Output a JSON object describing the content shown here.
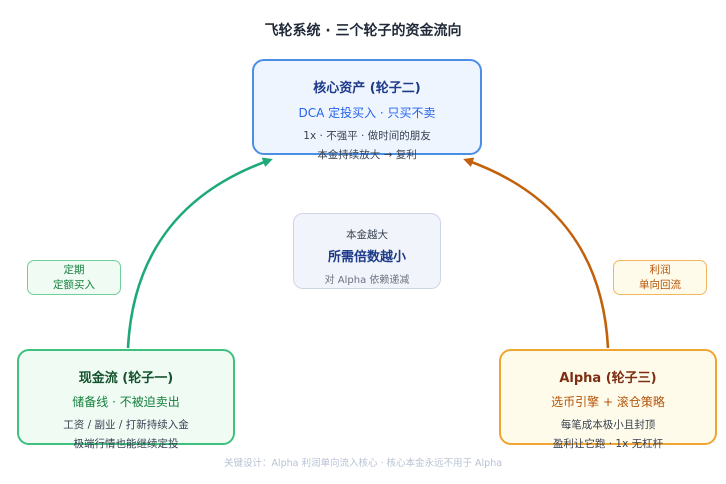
{
  "title": "飞轮系统 · 三个轮子的资金流向",
  "nodes": {
    "core": {
      "title": "核心资产 (轮子二)",
      "subtitle": "DCA 定投买入 · 只买不卖",
      "line1": "1x · 不强平 · 做时间的朋友",
      "line2": "本金持续放大 → 复利"
    },
    "cash": {
      "title": "现金流 (轮子一)",
      "subtitle": "储备线 · 不被迫卖出",
      "line1": "工资 / 副业 / 打新持续入金",
      "line2": "极端行情也能继续定投"
    },
    "alpha": {
      "title": "Alpha (轮子三)",
      "subtitle": "选币引擎 + 滚仓策略",
      "line1": "每笔成本极小且封顶",
      "line2": "盈利让它跑 · 1x 无杠杆"
    }
  },
  "center": {
    "line1": "本金越大",
    "line2": "所需倍数越小",
    "line3": "对 Alpha 依赖递减"
  },
  "edges": {
    "left": {
      "line1": "定期",
      "line2": "定额买入"
    },
    "right": {
      "line1": "利润",
      "line2": "单向回流"
    }
  },
  "footer": "关键设计：Alpha 利润单向流入核心 · 核心本金永远不用于 Alpha",
  "colors": {
    "core_border": "#4a8ee6",
    "cash_border": "#3ec07f",
    "alpha_border": "#efa531",
    "green_arrow": "#1fa97a",
    "orange_arrow": "#c2610c"
  }
}
